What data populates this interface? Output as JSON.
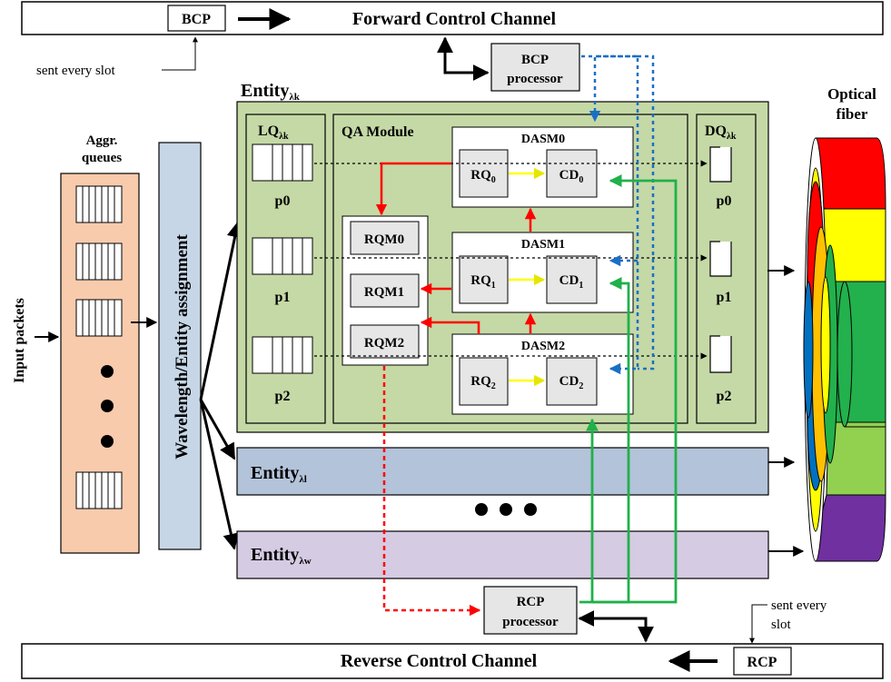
{
  "channels": {
    "forward": {
      "label": "Forward Control Channel",
      "packet": "BCP",
      "note": "sent every slot"
    },
    "reverse": {
      "label": "Reverse Control Channel",
      "packet": "RCP",
      "note_line1": "sent every",
      "note_line2": "slot"
    }
  },
  "processors": {
    "bcp": {
      "line1": "BCP",
      "line2": "processor"
    },
    "rcp": {
      "line1": "RCP",
      "line2": "processor"
    }
  },
  "input": {
    "label": "Input packets"
  },
  "aggr": {
    "line1": "Aggr.",
    "line2": "queues"
  },
  "assignment": {
    "label": "Wavelength/Entity assignment"
  },
  "entity_main": {
    "base": "Entity",
    "sub": "λk"
  },
  "lq": {
    "base": "LQ",
    "sub": "λk",
    "ports": [
      "p0",
      "p1",
      "p2"
    ]
  },
  "dq": {
    "base": "DQ",
    "sub": "λk",
    "ports": [
      "p0",
      "p1",
      "p2"
    ]
  },
  "qa": {
    "title": "QA Module",
    "rqm": [
      "RQM0",
      "RQM1",
      "RQM2"
    ]
  },
  "dasm": [
    {
      "title": "DASM0",
      "rq_base": "RQ",
      "rq_sub": "0",
      "cd_base": "CD",
      "cd_sub": "0"
    },
    {
      "title": "DASM1",
      "rq_base": "RQ",
      "rq_sub": "1",
      "cd_base": "CD",
      "cd_sub": "1"
    },
    {
      "title": "DASM2",
      "rq_base": "RQ",
      "rq_sub": "2",
      "cd_base": "CD",
      "cd_sub": "2"
    }
  ],
  "entities_other": [
    {
      "base": "Entity",
      "sub": "λl",
      "fill": "#b3c3d9"
    },
    {
      "base": "Entity",
      "sub": "λw",
      "fill": "#d5cbe2"
    }
  ],
  "fiber": {
    "line1": "Optical",
    "line2": "fiber"
  },
  "colors": {
    "aggr_fill": "#f8cbad",
    "assign_fill": "#c6d6e6",
    "entity_fill": "#c5d9a6",
    "box_fill": "#e6e6e6",
    "red_arrow": "#ff0000",
    "blue_arrow": "#1a6fc4",
    "green_arrow": "#1fb14a",
    "yellow_arrow": "#ffff00",
    "fiber_colors": [
      "#ff0000",
      "#ffff00",
      "#22b14c",
      "#92d050",
      "#7030a0",
      "#0070c0"
    ]
  }
}
